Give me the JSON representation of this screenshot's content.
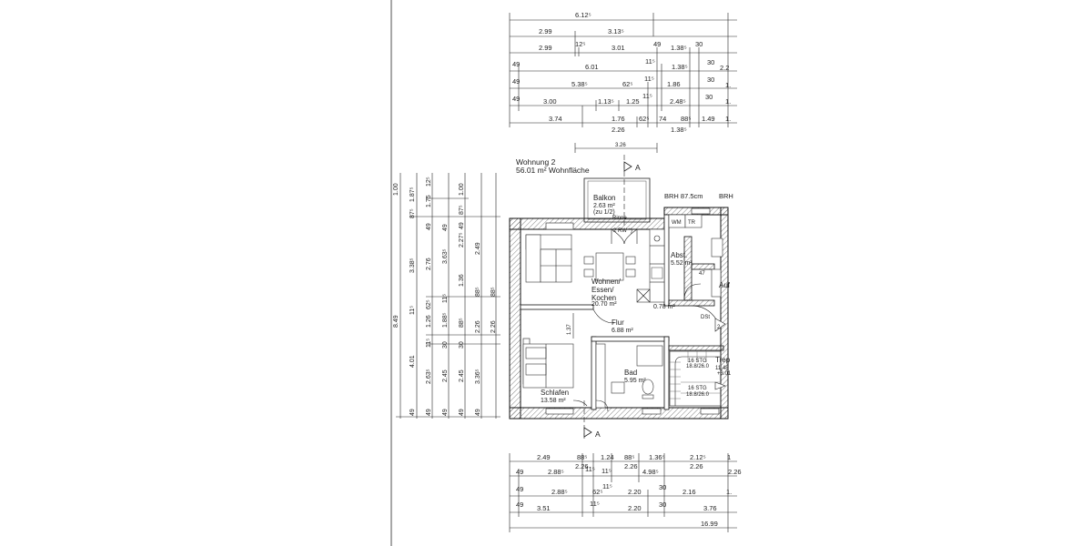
{
  "apartment": {
    "title": "Wohnung 2",
    "total_area": "56.01 m² Wohnfläche"
  },
  "rooms": [
    {
      "id": "balkon",
      "name": "Balkon",
      "area": "2.63 m²",
      "note": "(zu 1/2)"
    },
    {
      "id": "wohnen",
      "name": "Wohnen/ Essen/ Kochen",
      "area": "20.70 m²"
    },
    {
      "id": "abst",
      "name": "Abst.",
      "area": "5.52 m²"
    },
    {
      "id": "flur",
      "name": "Flur",
      "area": "6.88 m²"
    },
    {
      "id": "bad",
      "name": "Bad",
      "area": "5.95 m²"
    },
    {
      "id": "schlafen",
      "name": "Schlafen",
      "area": "13.58 m²"
    },
    {
      "id": "treppe",
      "name": "Trep",
      "area": "11.48",
      "note": "+3.01"
    },
    {
      "id": "aufzug",
      "name": "Auf"
    }
  ],
  "labels": {
    "rinne": "Rinne",
    "rw": "2 RW *)",
    "wm": "WM",
    "tr": "TR",
    "brh1": "BRH 87.5cm",
    "brh2": "BRH",
    "stg1": "16 STG",
    "stg1b": "18.8/26.0",
    "stg2": "16 STG",
    "stg2b": "18.8/26.0",
    "dstue": "DSt",
    "area078": "0.78 m²",
    "tk2": "2",
    "tk47": "47",
    "dim326": "3.26",
    "dim137": "1.37"
  },
  "section_marks": [
    "A",
    "A"
  ],
  "top_dimensions": [
    [
      "6.12⁵"
    ],
    [
      "2.99",
      "3.13⁵"
    ],
    [
      "2.99",
      "12⁵",
      "3.01",
      "49",
      "1.38⁵",
      "30"
    ],
    [
      "49",
      "6.01",
      "11⁵",
      "1.38⁵",
      "30",
      "2.2"
    ],
    [
      "49",
      "5.38⁵",
      "62⁵",
      "11⁵",
      "1.86",
      "30",
      "1."
    ],
    [
      "49",
      "3.00",
      "1.13⁵",
      "1.25",
      "11⁵",
      "2.48⁵",
      "30",
      "1."
    ],
    [
      "3.74",
      "1.76",
      "62⁵",
      "74",
      "88⁵",
      "1.49",
      "1."
    ],
    [
      "2.26",
      "1.38⁵"
    ]
  ],
  "bottom_dimensions": [
    [
      "2.49",
      "88⁵",
      "1.24",
      "88⁵",
      "1.36⁵",
      "2.12⁵",
      "1"
    ],
    [
      "2.26",
      "11⁵",
      "2.26",
      "2.26"
    ],
    [
      "49",
      "2.88⁵",
      "11⁵",
      "4.98⁵",
      "2.26"
    ],
    [
      "49",
      "2.88⁵",
      "62⁵",
      "11⁵",
      "2.20",
      "30",
      "2.16",
      "1."
    ],
    [
      "49",
      "11⁵",
      "30"
    ],
    [
      "3.51",
      "2.20",
      "3.76"
    ],
    [
      "16.99"
    ]
  ],
  "left_dimensions": [
    [
      "8.49"
    ],
    [
      "87⁵",
      "3.38⁵",
      "11⁵",
      "4.01",
      "49"
    ],
    [
      "1.00",
      "49",
      "2.76",
      "62⁵",
      "1.26",
      "11⁵",
      "2.63⁵",
      "49"
    ],
    [
      "1.87⁵",
      "11⁵",
      "30",
      "49"
    ],
    [
      "12⁵",
      "1.75",
      "49",
      "3.63⁵",
      "1.88⁵",
      "2.45",
      "49"
    ],
    [
      "1.00",
      "2.27⁵",
      "1.36",
      "88⁵",
      "30",
      "2.45",
      "49"
    ],
    [
      "87⁵",
      "49",
      "88⁵",
      "2.26",
      "3.36⁵"
    ],
    [
      "2.49",
      "88⁵",
      "2.26"
    ]
  ]
}
